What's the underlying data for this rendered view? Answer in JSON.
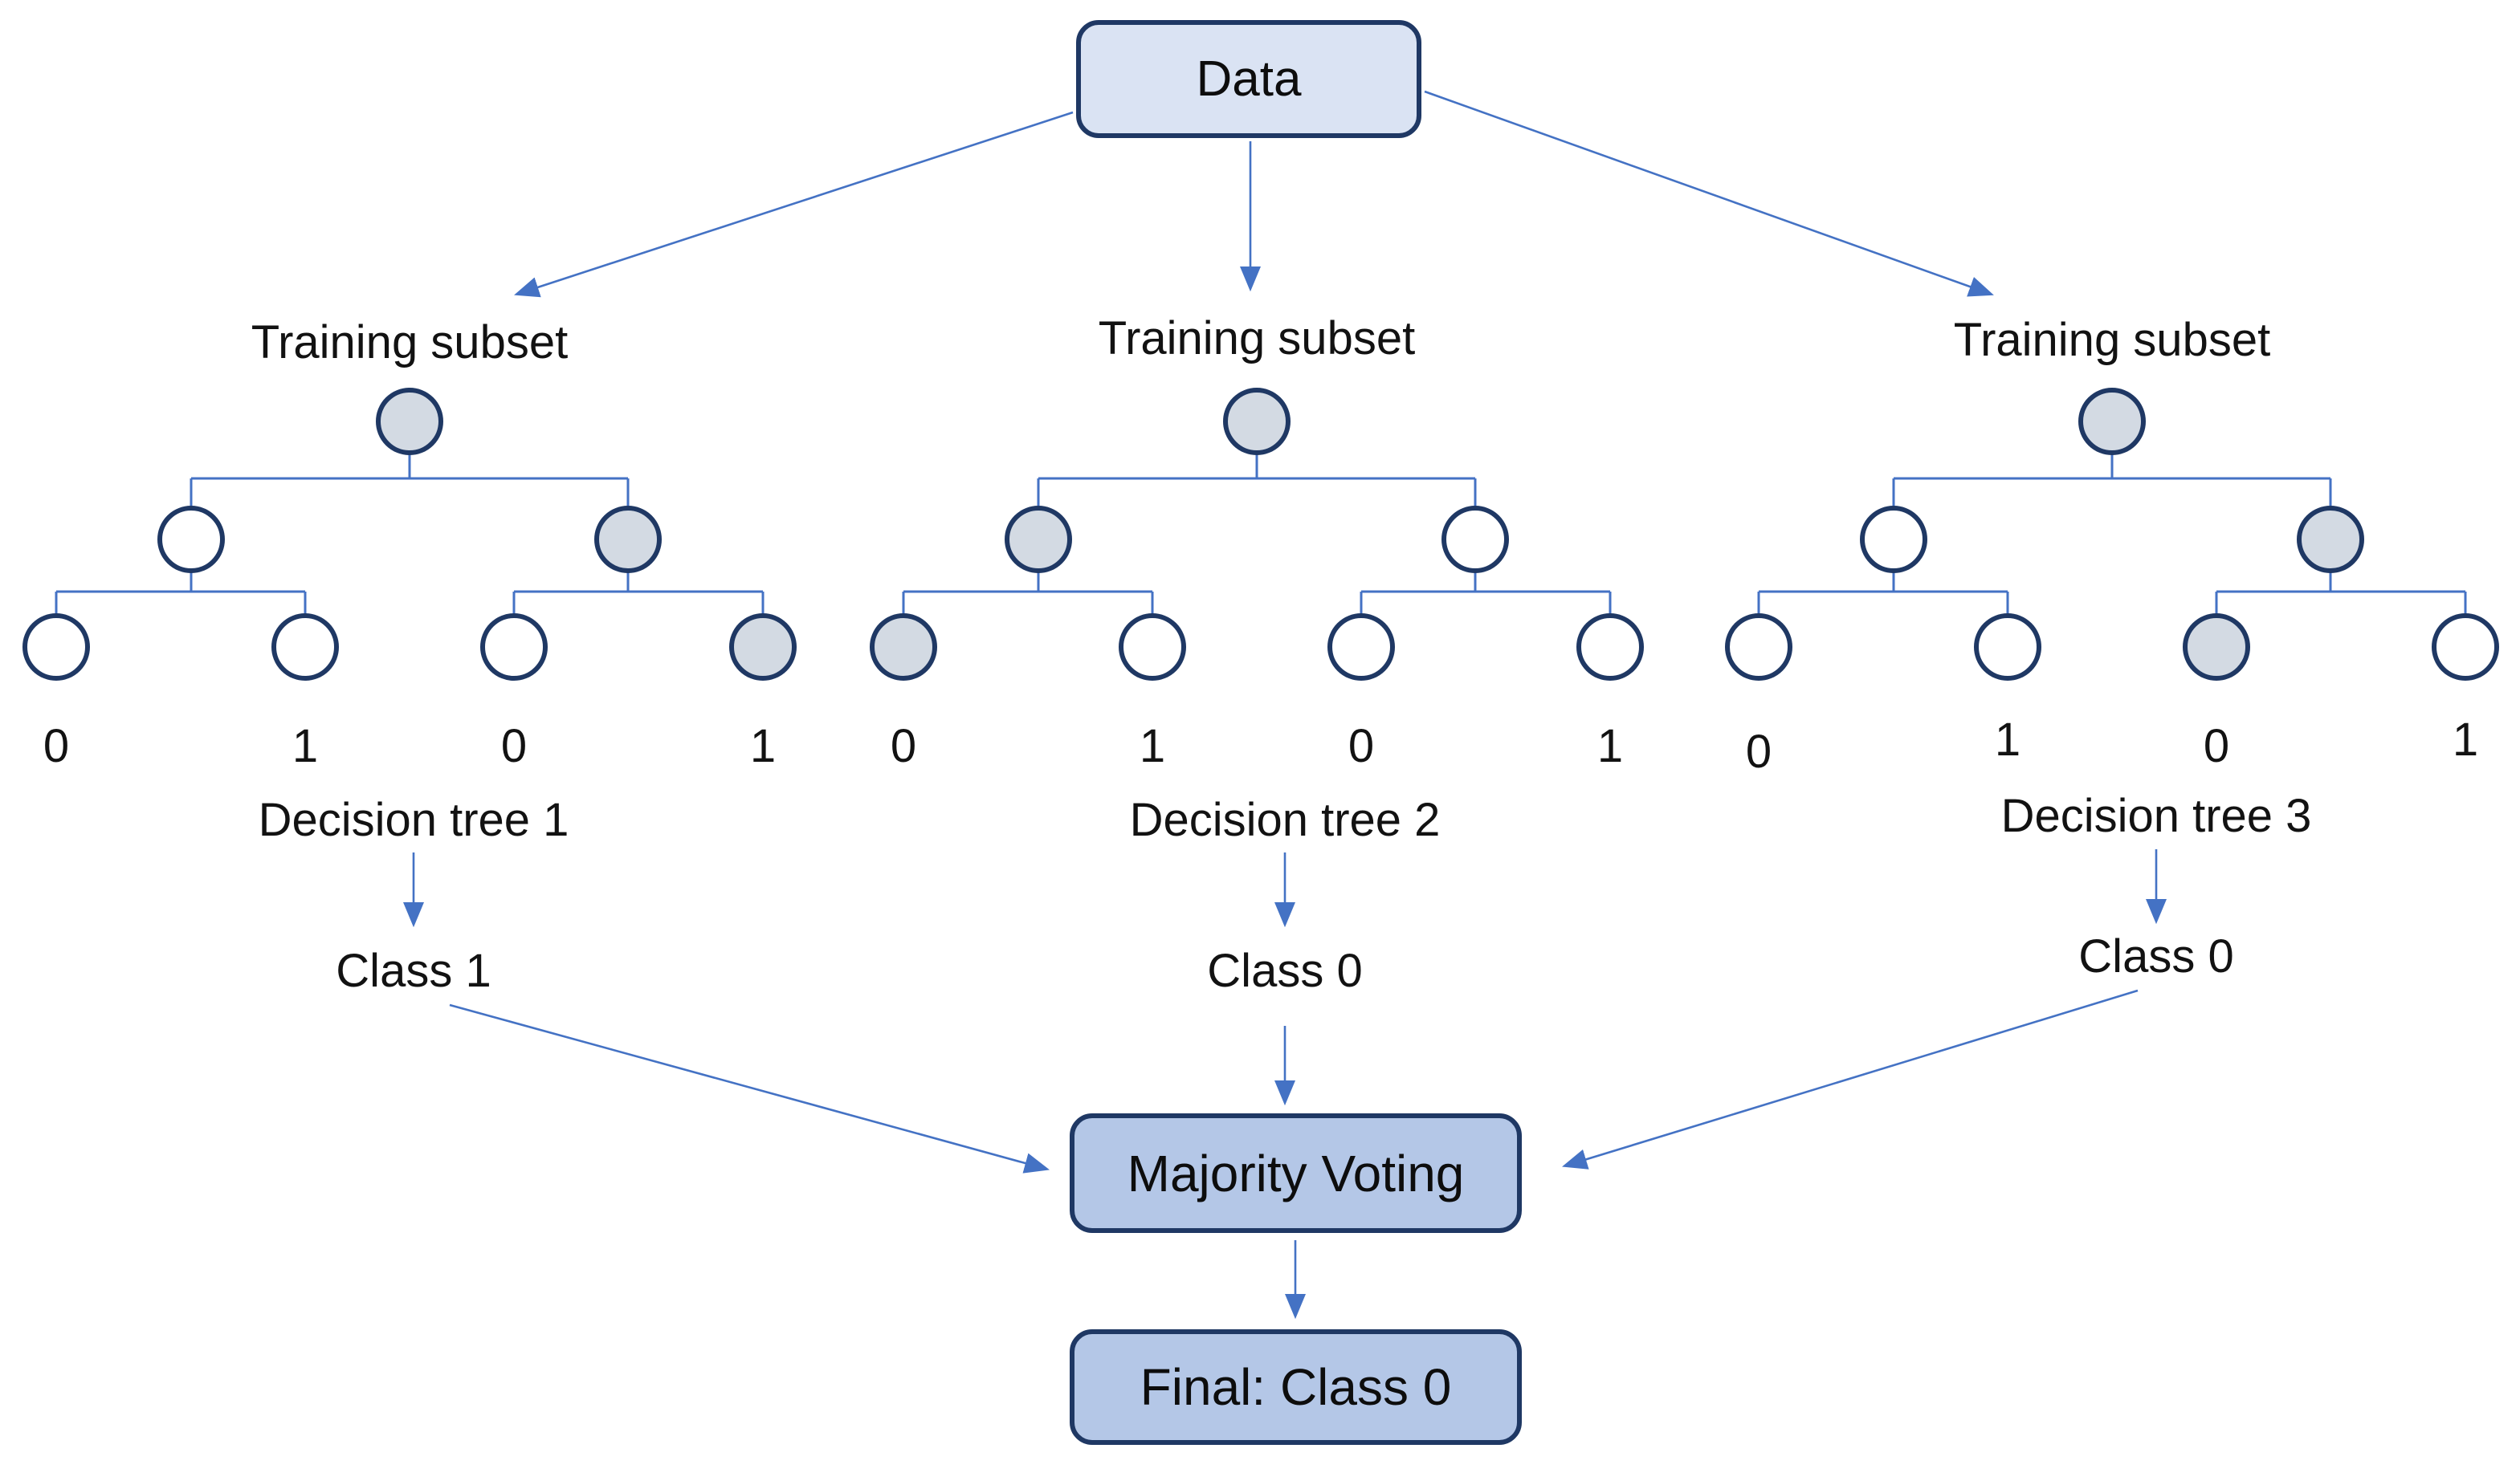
{
  "boxes": {
    "data_label": "Data",
    "majority_label": "Majority Voting",
    "final_label": "Final: Class 0"
  },
  "trees": [
    {
      "subset_label": "Training subset",
      "tree_label": "Decision tree 1",
      "class_label": "Class 1",
      "leaf_labels": [
        "0",
        "1",
        "0",
        "1"
      ],
      "node_fills": {
        "root": "shaded",
        "left": "white",
        "right": "shaded",
        "leaf1": "white",
        "leaf2": "white",
        "leaf3": "white",
        "leaf4": "shaded"
      }
    },
    {
      "subset_label": "Training subset",
      "tree_label": "Decision tree 2",
      "class_label": "Class 0",
      "leaf_labels": [
        "0",
        "1",
        "0",
        "1"
      ],
      "node_fills": {
        "root": "shaded",
        "left": "shaded",
        "right": "white",
        "leaf1": "shaded",
        "leaf2": "white",
        "leaf3": "white",
        "leaf4": "white"
      }
    },
    {
      "subset_label": "Training subset",
      "tree_label": "Decision tree 3",
      "class_label": "Class 0",
      "leaf_labels": [
        "0",
        "1",
        "0",
        "1"
      ],
      "node_fills": {
        "root": "shaded",
        "left": "white",
        "right": "shaded",
        "leaf1": "white",
        "leaf2": "white",
        "leaf3": "shaded",
        "leaf4": "white"
      }
    }
  ],
  "colors": {
    "arrow_blue": "#4472c4",
    "node_border": "#1f3864",
    "shaded_node_fill": "#d3dae3",
    "data_box_fill": "#dae3f3",
    "vote_box_fill": "#b4c7e7"
  }
}
